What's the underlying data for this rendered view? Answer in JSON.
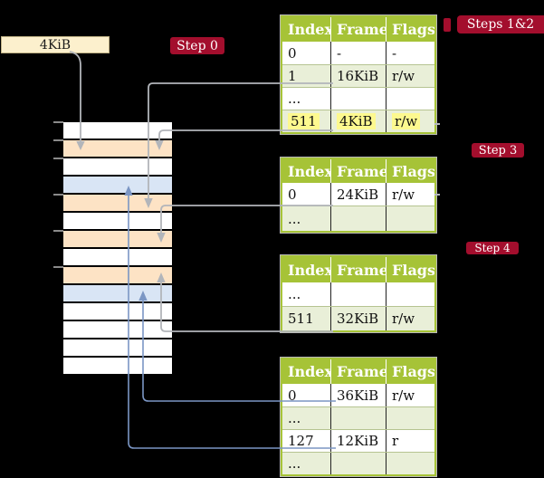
{
  "frame_label": {
    "text": "4KiB"
  },
  "badges": {
    "step0": "Step 0",
    "steps12": "Steps 1&2",
    "step3": "Step 3",
    "step4": "Step 4"
  },
  "tables": [
    {
      "name": "page-table-steps-1-2",
      "headers": [
        "Index",
        "Frame",
        "Flags"
      ],
      "rows": [
        [
          "0",
          "-",
          "-"
        ],
        [
          "1",
          "16KiB",
          "r/w"
        ],
        [
          "...",
          "",
          ""
        ],
        [
          "511",
          "4KiB",
          "r/w"
        ]
      ],
      "highlighted_row": "511"
    },
    {
      "name": "page-table-step-3",
      "headers": [
        "Index",
        "Frame",
        "Flags"
      ],
      "rows": [
        [
          "0",
          "24KiB",
          "r/w"
        ],
        [
          "...",
          "",
          ""
        ]
      ]
    },
    {
      "name": "page-table-step-4a",
      "headers": [
        "Index",
        "Frame",
        "Flags"
      ],
      "rows": [
        [
          "...",
          "",
          ""
        ],
        [
          "511",
          "32KiB",
          "r/w"
        ]
      ]
    },
    {
      "name": "page-table-step-4b",
      "headers": [
        "Index",
        "Frame",
        "Flags"
      ],
      "rows": [
        [
          "0",
          "36KiB",
          "r/w"
        ],
        [
          "...",
          "",
          ""
        ],
        [
          "127",
          "12KiB",
          "r"
        ],
        [
          "...",
          "",
          ""
        ]
      ]
    }
  ],
  "memory": {
    "rows": [
      {
        "type": "free"
      },
      {
        "type": "mapped"
      },
      {
        "type": "free"
      },
      {
        "type": "pagetable"
      },
      {
        "type": "mapped"
      },
      {
        "type": "free"
      },
      {
        "type": "mapped"
      },
      {
        "type": "free"
      },
      {
        "type": "mapped"
      },
      {
        "type": "pagetable"
      },
      {
        "type": "free"
      },
      {
        "type": "free"
      },
      {
        "type": "free"
      },
      {
        "type": "free"
      }
    ]
  },
  "connectors": [
    {
      "from": "frame-size-label",
      "to": "frame-4KiB",
      "color": "gray"
    },
    {
      "from": "table1-row-1-16KiB",
      "to": "frame-16KiB",
      "color": "gray"
    },
    {
      "from": "table1-row-511-4KiB",
      "to": "frame-4KiB",
      "color": "gray"
    },
    {
      "from": "table2-row-0-24KiB",
      "to": "frame-24KiB",
      "color": "gray"
    },
    {
      "from": "table3-row-511-32KiB",
      "to": "frame-32KiB",
      "color": "gray"
    },
    {
      "from": "table4-row-0-36KiB",
      "to": "frame-36KiB",
      "color": "blue"
    },
    {
      "from": "table4-row-127-12KiB",
      "to": "frame-12KiB",
      "color": "blue"
    }
  ],
  "colors": {
    "badge_red": "#a30e2d",
    "table_header_green": "#a6c337",
    "table_row_green": "#e9efd8",
    "frame_mapped_peach": "#fde3c5",
    "frame_pagetable_blue": "#d9e5f5",
    "highlight_yellow": "#fdf98f",
    "connector_gray": "#b2b5ba",
    "connector_blue": "#7b96c4",
    "frame_label_cream": "#fcf0cd"
  }
}
